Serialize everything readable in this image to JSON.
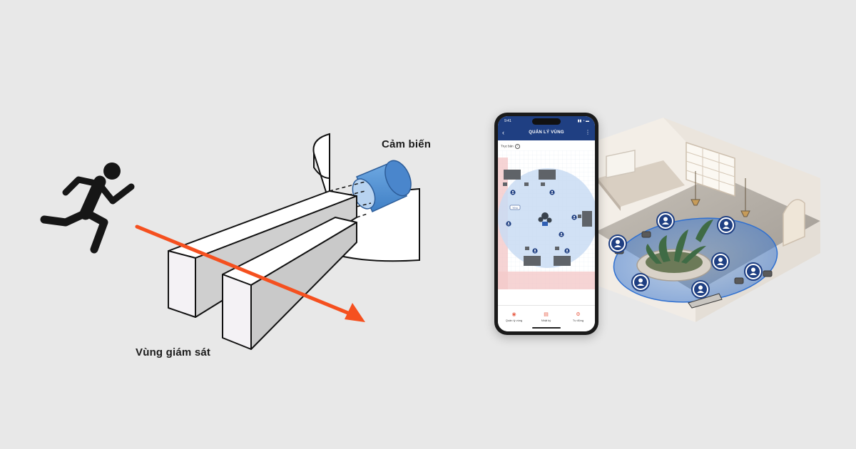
{
  "diagram": {
    "sensor_label": "Cảm biến",
    "zone_label": "Vùng giám sát"
  },
  "phone_app": {
    "status_time": "9:41",
    "status_icons": "▮▮ ◔ ▬",
    "screen_title": "QUẢN LÝ VÙNG",
    "back_icon": "‹",
    "more_icon": "⋮",
    "floor_tab": "Trục bản",
    "floor_tab_info": "i",
    "zone_tag": "Vùng",
    "bottom_nav": [
      {
        "label": "Quản lý vùng",
        "icon": "zone-icon",
        "glyph": "◉"
      },
      {
        "label": "Nhật ký",
        "icon": "log-icon",
        "glyph": "▤"
      },
      {
        "label": "Tự động",
        "icon": "automation-icon",
        "glyph": "⚙"
      }
    ],
    "colors": {
      "header": "#1f3f82",
      "zone_fill": "#c9dcf3",
      "alert_zone": "#f4c9c9",
      "accent": "#e8604a"
    }
  },
  "colors": {
    "arrow": "#f5501f",
    "sensor": "#5b9ad8",
    "background": "#e8e8e8"
  }
}
